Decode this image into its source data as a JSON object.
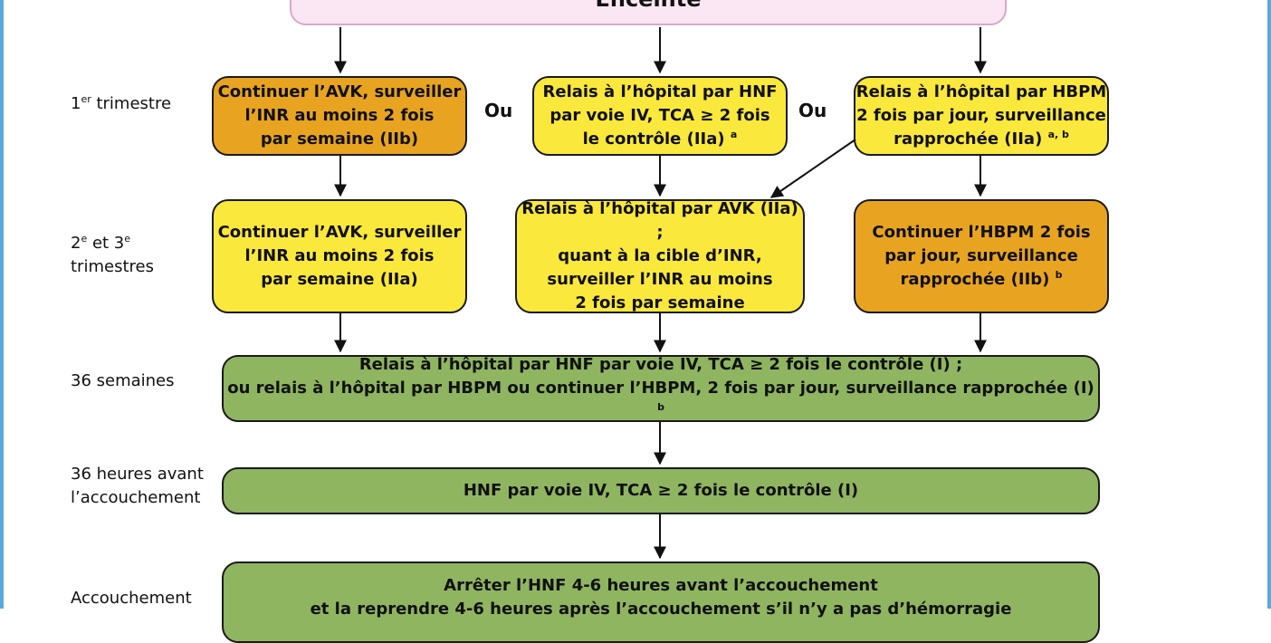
{
  "top_box": {
    "text": "Enceinte"
  },
  "rows": {
    "first": {
      "base": "1",
      "sup": "er",
      "rest": " trimestre"
    },
    "second": {
      "base1": "2",
      "sup1": "e",
      "mid": " et 3",
      "sup2": "e",
      "rest": "\ntrimestres"
    },
    "weeks36": "36 semaines",
    "hours36": "36 heures avant\nl’accouchement",
    "delivery": "Accouchement"
  },
  "or_label": "Ou",
  "boxes": {
    "avk_t1": "Continuer l’AVK, surveiller\nl’INR au moins 2 fois\npar semaine (IIb)",
    "hnf_t1": {
      "text": "Relais à l’hôpital par HNF\npar voie IV, TCA ≥ 2 fois\nle contrôle (IIa) ",
      "note": "a"
    },
    "hbpm_t1": {
      "text": "Relais à l’hôpital par HBPM\n2 fois par jour, surveillance\nrapprochée (IIa) ",
      "note": "a, b"
    },
    "avk_t23": "Continuer l’AVK, surveiller\nl’INR au moins 2 fois\npar semaine (IIa)",
    "relais_avk_t23": "Relais à l’hôpital par AVK (IIa) ;\nquant à la cible d’INR,\nsurveiller l’INR au moins\n2 fois par semaine",
    "hbpm_t23": {
      "text": "Continuer l’HBPM 2 fois\npar jour, surveillance\nrapprochée (IIb) ",
      "note": "b"
    },
    "weeks36": {
      "text": "Relais à l’hôpital par HNF par voie IV, TCA ≥ 2 fois le contrôle (I) ;\nou relais à l’hôpital par HBPM ou continuer l’HBPM, 2 fois par jour, surveillance rapprochée (I) ",
      "note": "b"
    },
    "hours36": "HNF par voie IV, TCA ≥ 2 fois le contrôle (I)",
    "delivery": "Arrêter l’HNF 4-6 heures avant l’accouchement\net la reprendre 4-6 heures après l’accouchement s’il n’y a pas d’hémorragie"
  },
  "colors": {
    "orange": "#e8a420",
    "yellow": "#fbe83c",
    "green": "#8fb561",
    "pink": "#fbe6f3",
    "frame": "#5aa9dd"
  }
}
